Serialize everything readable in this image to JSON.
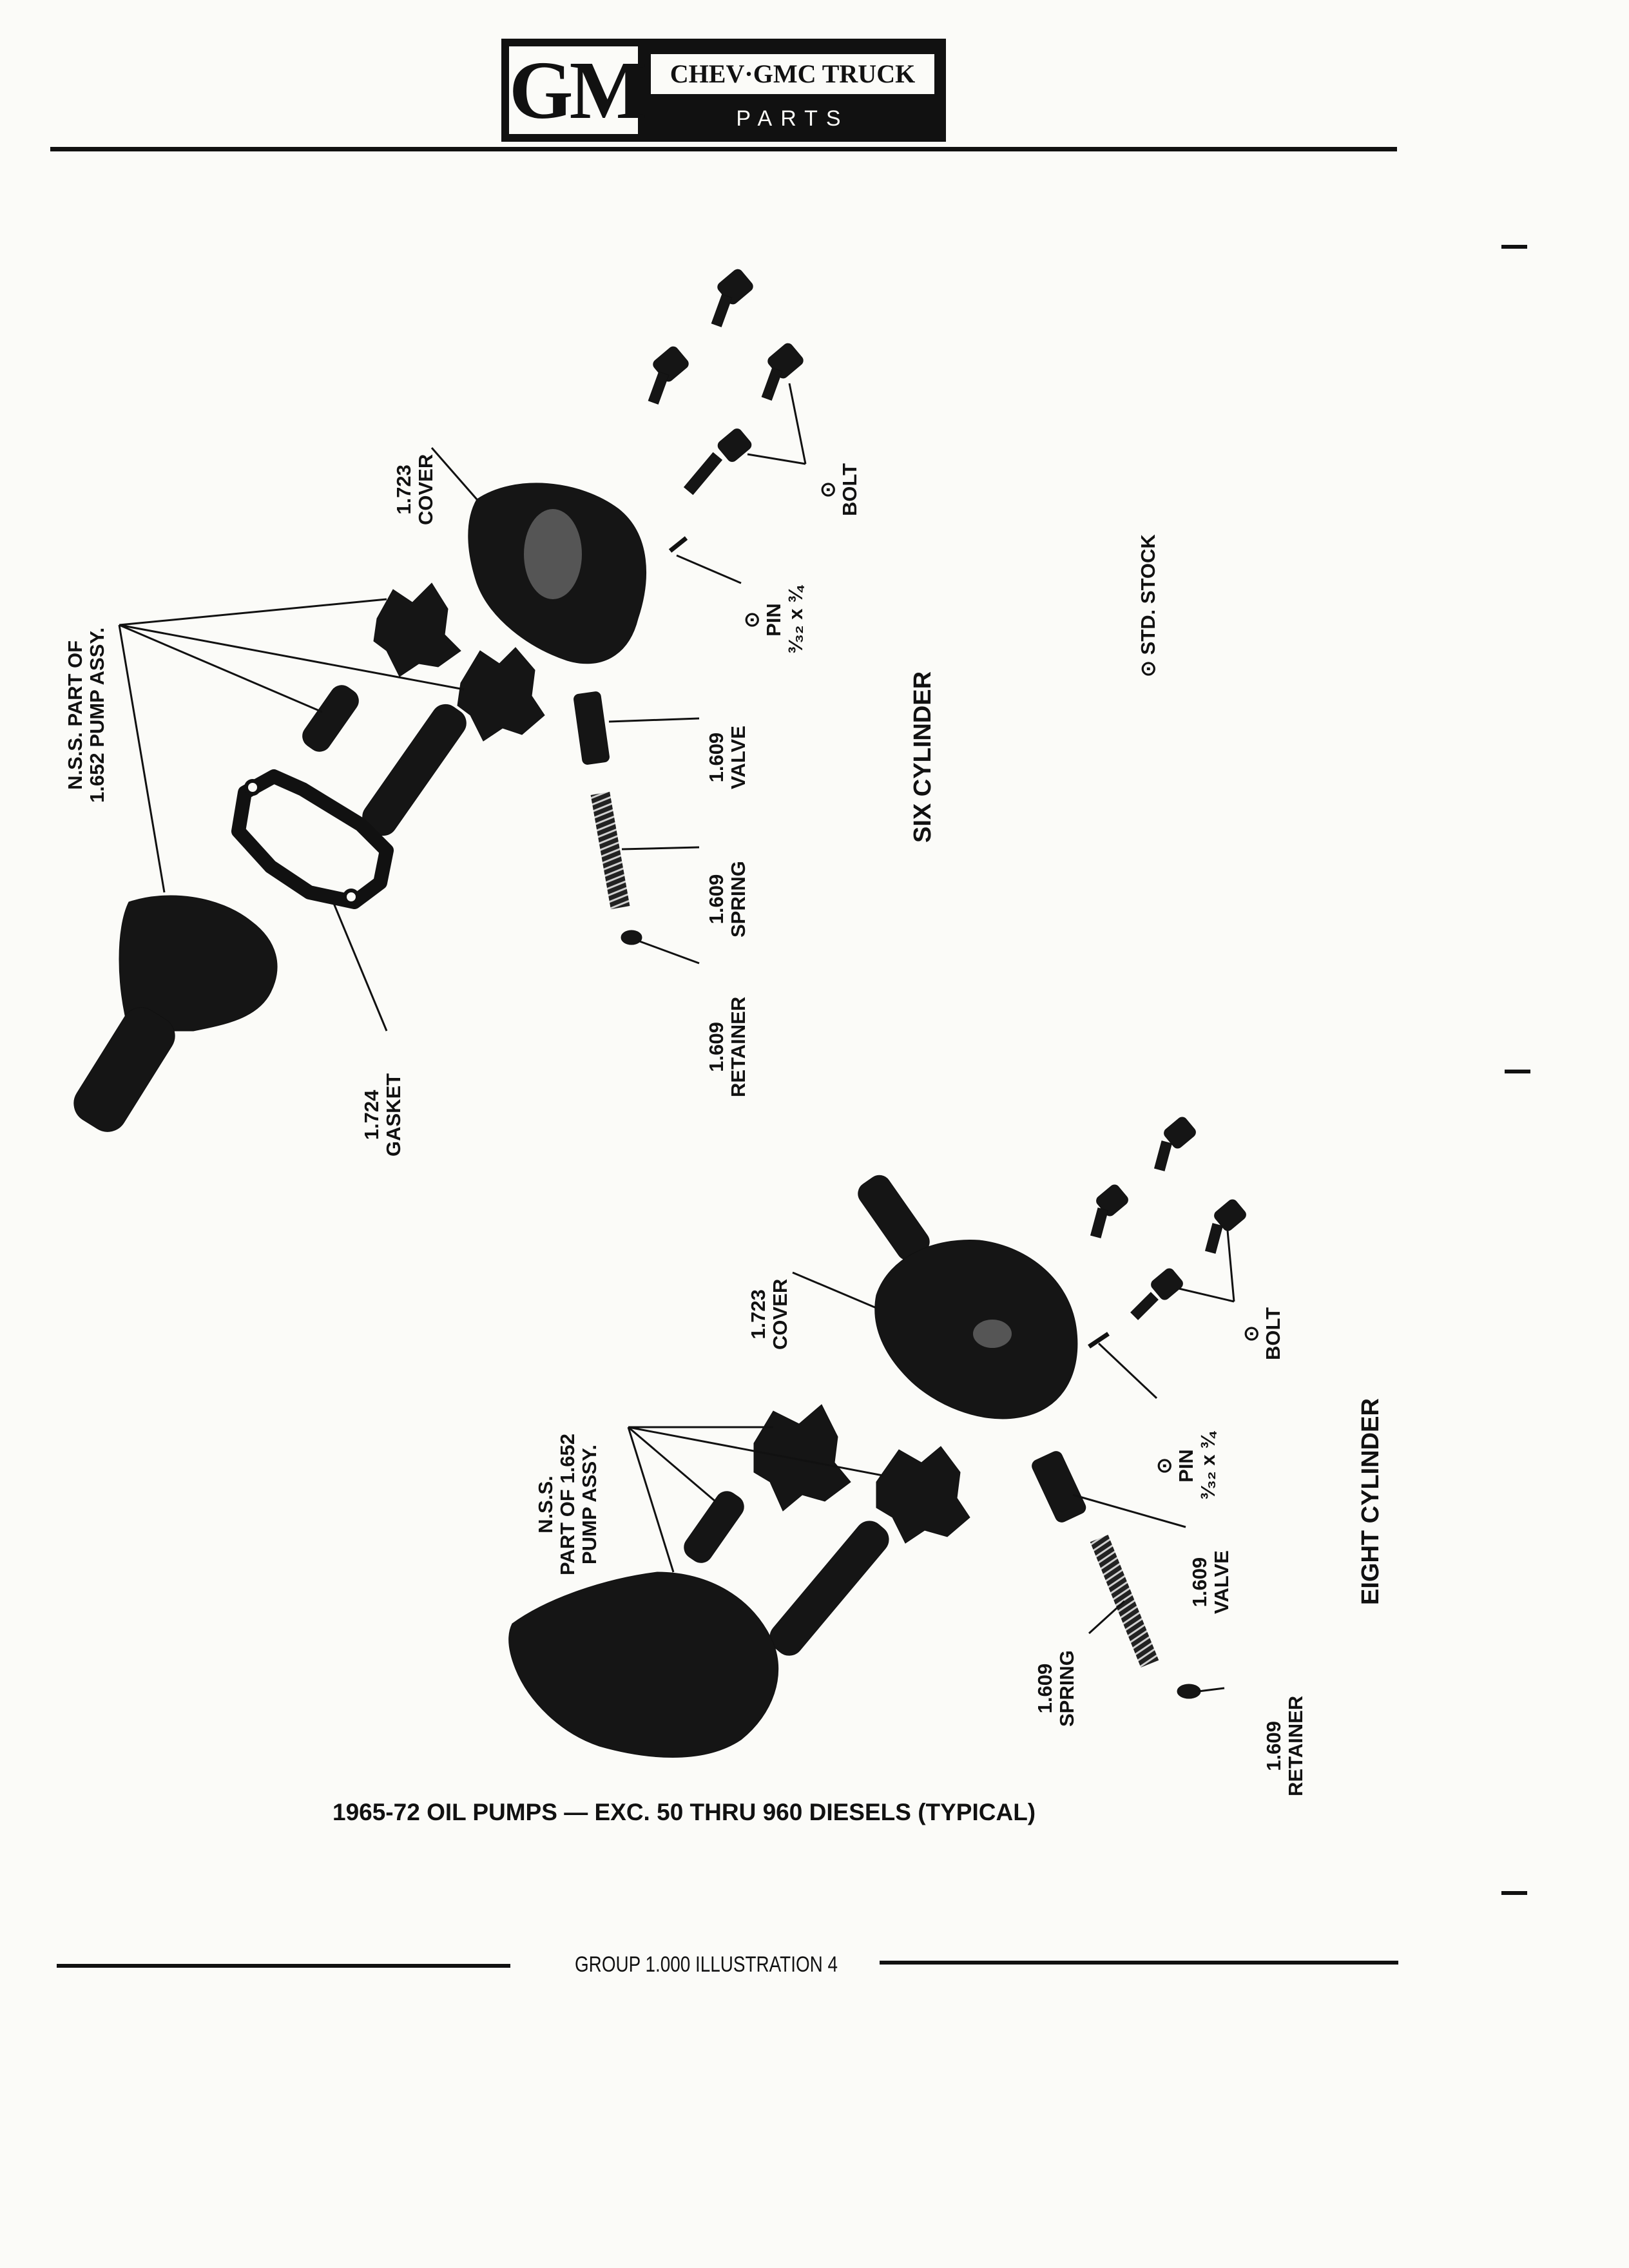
{
  "header": {
    "logo": "GM",
    "brand": "CHEV·GMC TRUCK",
    "subtitle": "PARTS CATALOGUE"
  },
  "six_cylinder": {
    "title": "SIX CYLINDER",
    "nss_label": "N.S.S. PART OF\n1.652 PUMP ASSY.",
    "cover_label": "1.723\nCOVER",
    "bolt_label": "⊙\nBOLT",
    "pin_label": "⊙\nPIN\n³⁄₃₂ x ¾",
    "valve_label": "1.609\nVALVE",
    "spring_label": "1.609\nSPRING",
    "retainer_label": "1.609\nRETAINER",
    "gasket_label": "1.724\nGASKET",
    "std_stock": "⊙ STD. STOCK"
  },
  "eight_cylinder": {
    "title": "EIGHT CYLINDER",
    "nss_label": "N.S.S.\nPART OF 1.652\nPUMP ASSY.",
    "cover_label": "1.723\nCOVER",
    "bolt_label": "⊙\nBOLT",
    "pin_label": "⊙\nPIN\n³⁄₃₂ x ¾",
    "valve_label": "1.609\nVALVE",
    "spring_label": "1.609\nSPRING",
    "retainer_label": "1.609\nRETAINER"
  },
  "caption": "1965-72 OIL PUMPS — EXC. 50 THRU 960 DIESELS (TYPICAL)",
  "footer": "GROUP 1.000 ILLUSTRATION 4"
}
